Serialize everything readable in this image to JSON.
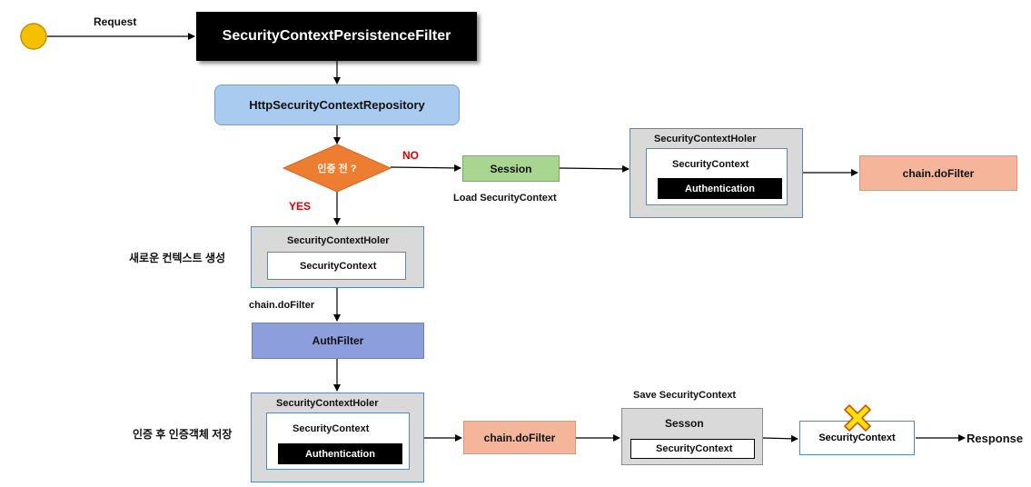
{
  "request_label": "Request",
  "persistence_filter": "SecurityContextPersistenceFilter",
  "repository": "HttpSecurityContextRepository",
  "decision": "인증 전 ?",
  "no_label": "NO",
  "yes_label": "YES",
  "session": "Session",
  "load_context": "Load SecurityContext",
  "top_holder": {
    "title": "SecurityContextHoler",
    "context": "SecurityContext",
    "auth": "Authentication"
  },
  "top_chain": "chain.doFilter",
  "new_context_label": "새로운 컨텍스트 생성",
  "mid_holder": {
    "title": "SecurityContextHoler",
    "context": "SecurityContext"
  },
  "mid_chain": "chain.doFilter",
  "auth_filter": "AuthFilter",
  "after_auth_label": "인증 후 인증객체 저장",
  "bottom_holder": {
    "title": "SecurityContextHoler",
    "context": "SecurityContext",
    "auth": "Authentication"
  },
  "bottom_chain": "chain.doFilter",
  "save_context": "Save SecurityContext",
  "save_session": {
    "title": "Sesson",
    "context": "SecurityContext"
  },
  "cleared_context": "SecurityContext",
  "response_label": "Response",
  "colors": {
    "start_circle": "#f5c000",
    "decision": "#ed7d31",
    "no_yes": "#e00000",
    "x_mark": "#ffe600"
  }
}
